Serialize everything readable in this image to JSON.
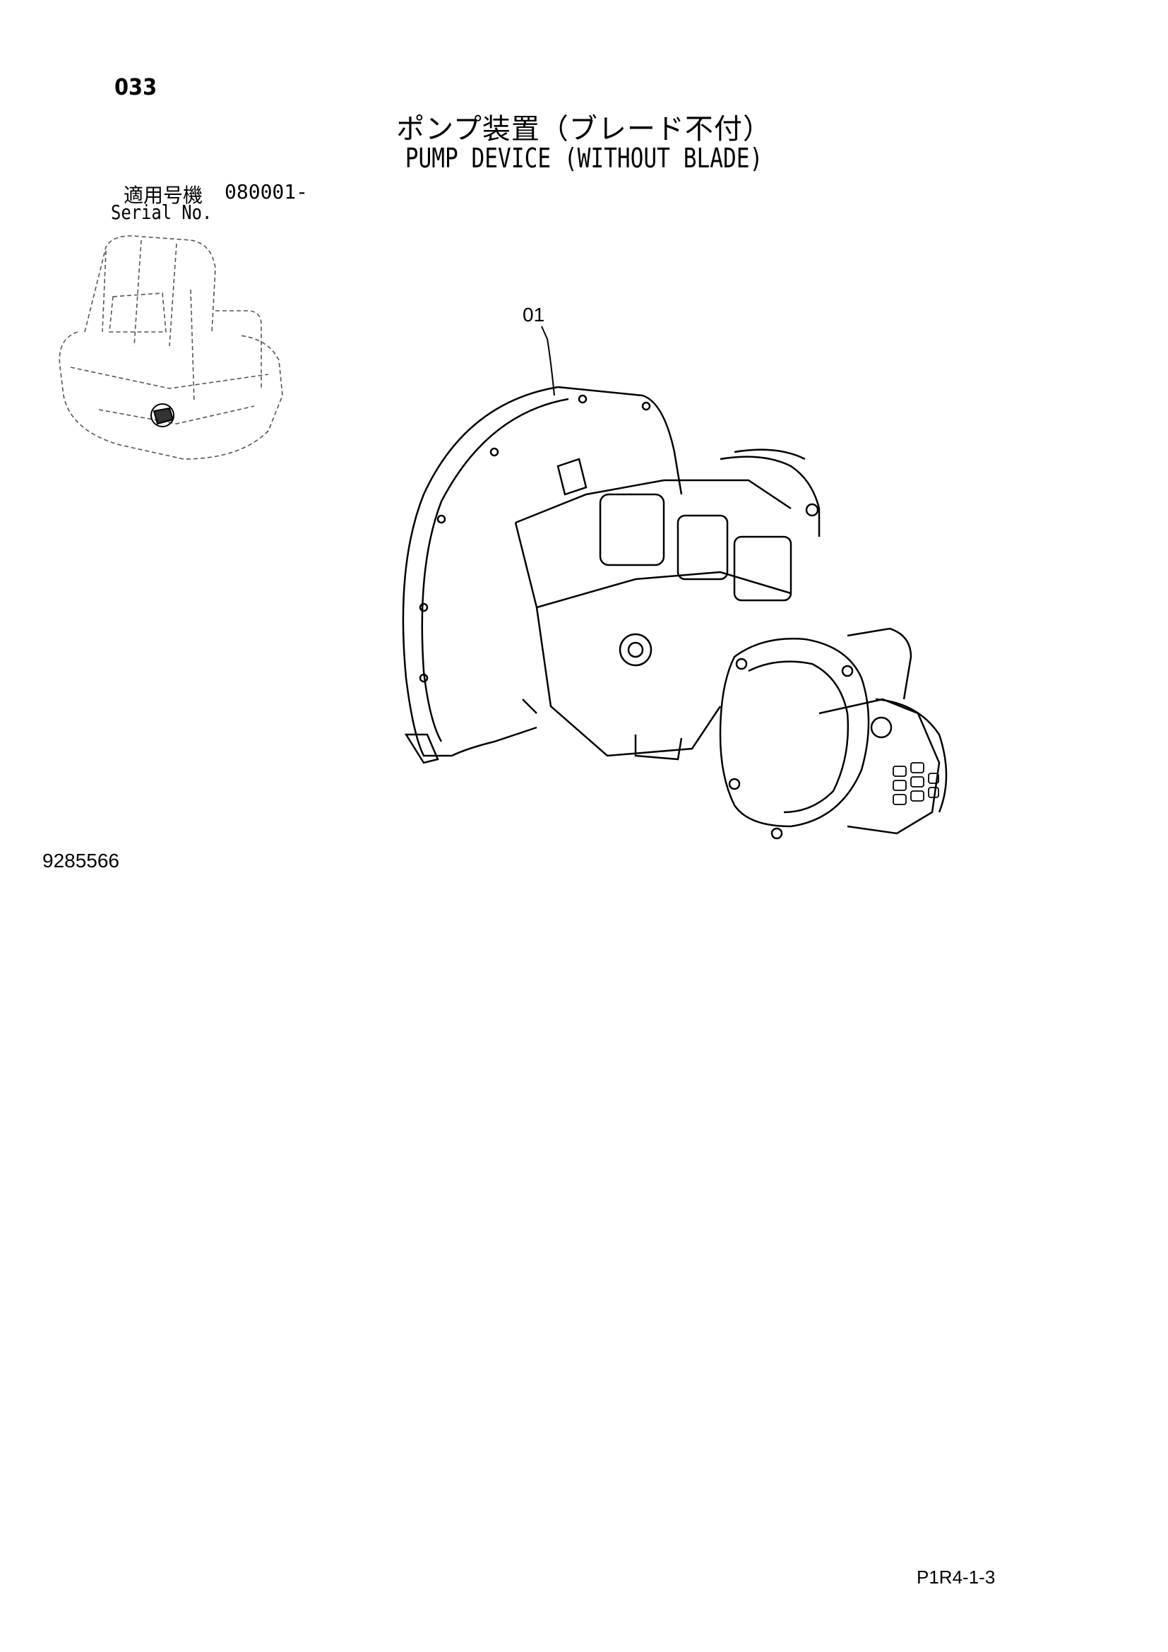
{
  "header": {
    "page_number": "033",
    "title_jp": "ポンプ装置（ブレード不付）",
    "title_en": "PUMP DEVICE (WITHOUT BLADE)"
  },
  "serial": {
    "label_jp": "適用号機",
    "code": "080001-",
    "label_en": "Serial No."
  },
  "illustration": {
    "callout": "01"
  },
  "footer": {
    "part_number": "9285566",
    "page_code": "P1R4-1-3"
  }
}
